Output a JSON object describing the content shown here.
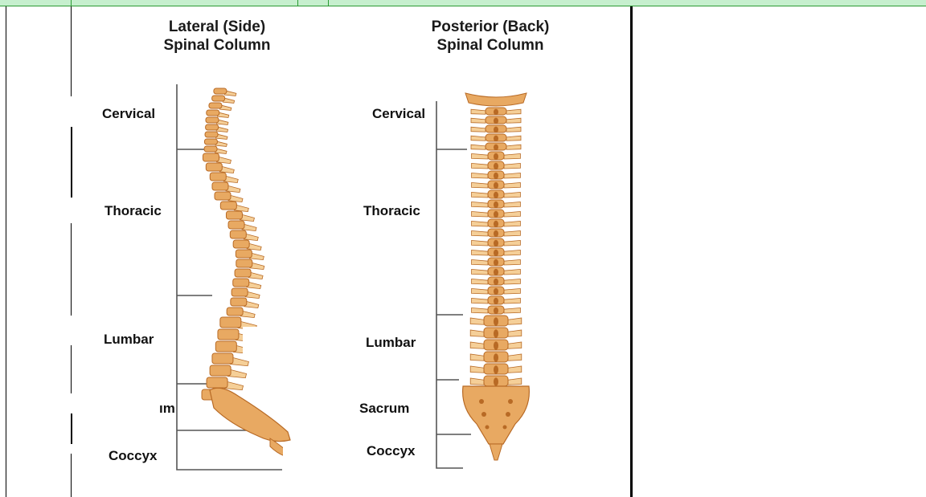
{
  "diagram": {
    "lateral": {
      "title_line1": "Lateral (Side)",
      "title_line2": "Spinal Column",
      "labels": {
        "cervical": "Cervical",
        "thoracic": "Thoracic",
        "lumbar": "Lumbar",
        "sacrum_partial": "ım",
        "coccyx": "Coccyx"
      }
    },
    "posterior": {
      "title_line1": "Posterior (Back)",
      "title_line2": "Spinal Column",
      "labels": {
        "cervical": "Cervical",
        "thoracic": "Thoracic",
        "lumbar": "Lumbar",
        "sacrum": "Sacrum",
        "coccyx": "Coccyx"
      }
    },
    "colors": {
      "bone": "#e8a962",
      "bone_dark": "#b86a25",
      "bone_light": "#f5cf98",
      "bracket": "#555555",
      "header_strip": "#c6efce",
      "header_border": "#2b9a33"
    }
  }
}
